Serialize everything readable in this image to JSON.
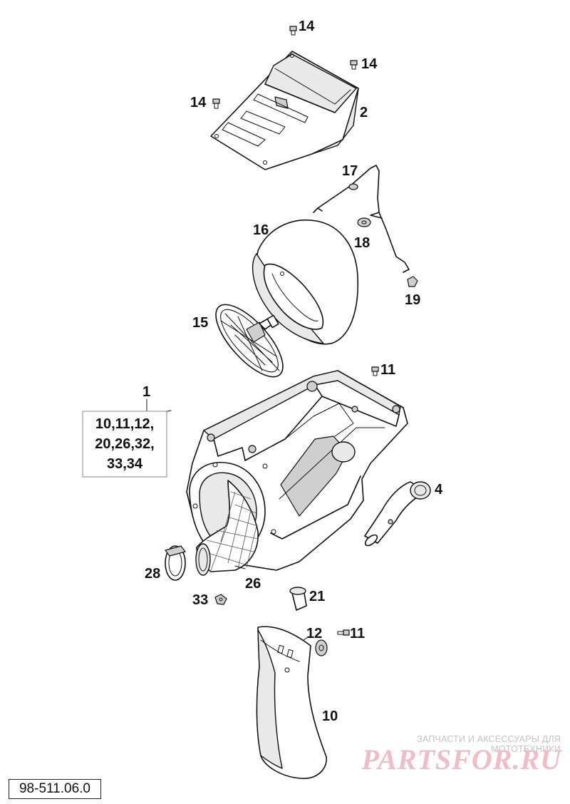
{
  "diagram": {
    "part_code": "98-511.06.0",
    "callouts": {
      "c14a": "14",
      "c14b": "14",
      "c14c": "14",
      "c2": "2",
      "c17": "17",
      "c16": "16",
      "c18": "18",
      "c19": "19",
      "c15": "15",
      "c11a": "11",
      "c1": "1",
      "c4": "4",
      "c28": "28",
      "c26": "26",
      "c33": "33",
      "c21": "21",
      "c12": "12",
      "c11b": "11",
      "c10": "10"
    },
    "kit_lines": [
      "10,11,12,",
      "20,26,32,",
      "33,34"
    ]
  },
  "watermark": {
    "top_text": "ЗАПЧАСТИ И АКСЕССУАРЫ ДЛЯ МОТОТЕХНИКИ",
    "logo_text": "PARTSFOR.RU",
    "logo_color": "#f0bcc5"
  }
}
